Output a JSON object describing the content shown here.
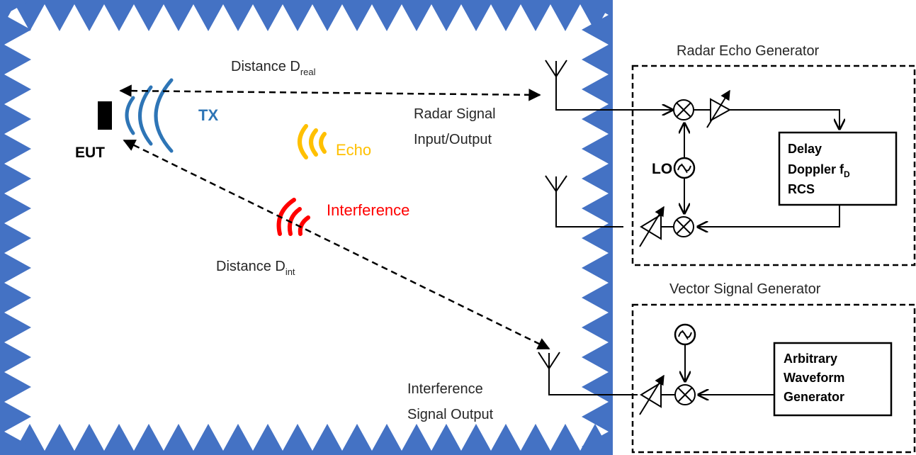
{
  "chamber": {
    "eut_label": "EUT",
    "tx_label": "TX",
    "echo_label": "Echo",
    "interference_label": "Interference",
    "distance_real_main": "Distance D",
    "distance_real_sub": "real",
    "distance_int_main": "Distance D",
    "distance_int_sub": "int",
    "radar_io_line1": "Radar Signal",
    "radar_io_line2": "Input/Output",
    "interf_out_line1": "Interference",
    "interf_out_line2": "Signal Output"
  },
  "radar_echo_generator": {
    "title": "Radar Echo Generator",
    "lo_label": "LO",
    "box_line1": "Delay",
    "box_line2_main": "Doppler f",
    "box_line2_sub": "D",
    "box_line3": "RCS"
  },
  "vector_signal_generator": {
    "title": "Vector Signal Generator",
    "box_line1": "Arbitrary",
    "box_line2": "Waveform",
    "box_line3": "Generator"
  },
  "colors": {
    "absorber": "#4472C4",
    "tx": "#2E75B6",
    "echo": "#FFC000",
    "interference": "#FF0000",
    "text": "#262626"
  }
}
